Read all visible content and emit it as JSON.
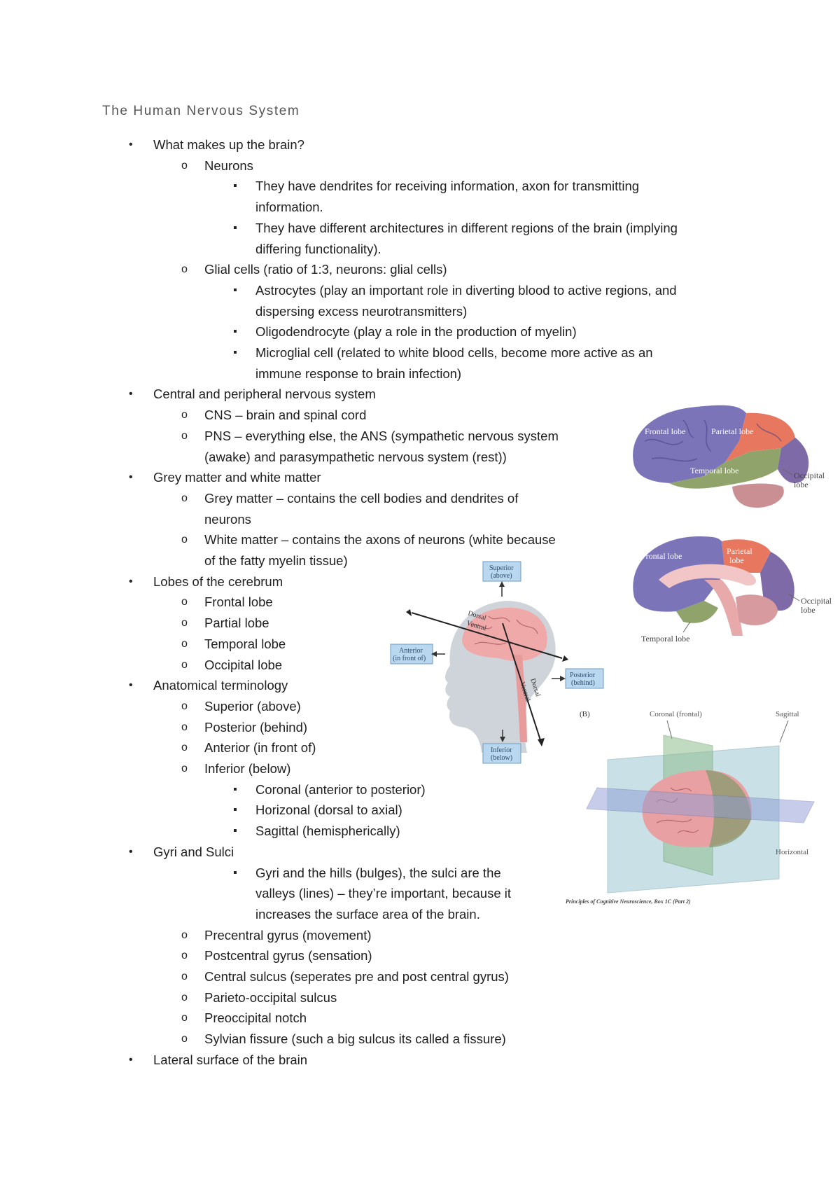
{
  "title": "The Human Nervous System",
  "bullet_marker": "•",
  "sub_marker": "o",
  "subsub_marker": "▪",
  "outline": [
    {
      "level": 1,
      "lines": [
        "What makes up the brain?"
      ]
    },
    {
      "level": 2,
      "lines": [
        "Neurons"
      ]
    },
    {
      "level": 3,
      "lines": [
        "They have dendrites for receiving information, axon for transmitting",
        "information."
      ]
    },
    {
      "level": 3,
      "lines": [
        "They have different architectures in different regions of the brain (implying",
        "differing functionality)."
      ]
    },
    {
      "level": 2,
      "lines": [
        "Glial cells (ratio of 1:3, neurons: glial cells)"
      ]
    },
    {
      "level": 3,
      "lines": [
        "Astrocytes (play an important role in diverting blood to active regions, and",
        "dispersing excess neurotransmitters)"
      ]
    },
    {
      "level": 3,
      "lines": [
        "Oligodendrocyte (play a role in the production of myelin)"
      ]
    },
    {
      "level": 3,
      "lines": [
        "Microglial cell (related to white blood cells, become more active as an",
        "immune response to brain infection)"
      ]
    },
    {
      "level": 1,
      "lines": [
        "Central and peripheral nervous system"
      ]
    },
    {
      "level": 2,
      "lines": [
        "CNS – brain and spinal cord"
      ]
    },
    {
      "level": 2,
      "lines": [
        "PNS – everything else, the ANS (sympathetic nervous system",
        "(awake) and parasympathetic nervous system (rest))"
      ]
    },
    {
      "level": 1,
      "lines": [
        "Grey matter and white matter"
      ]
    },
    {
      "level": 2,
      "lines": [
        "Grey matter – contains the cell bodies and dendrites of",
        "neurons"
      ]
    },
    {
      "level": 2,
      "lines": [
        "White matter – contains the axons of neurons (white because",
        "of the fatty myelin tissue)"
      ]
    },
    {
      "level": 1,
      "lines": [
        "Lobes of the cerebrum"
      ]
    },
    {
      "level": 2,
      "lines": [
        "Frontal lobe"
      ]
    },
    {
      "level": 2,
      "lines": [
        "Partial lobe"
      ]
    },
    {
      "level": 2,
      "lines": [
        "Temporal lobe"
      ]
    },
    {
      "level": 2,
      "lines": [
        "Occipital lobe"
      ]
    },
    {
      "level": 1,
      "lines": [
        "Anatomical terminology"
      ]
    },
    {
      "level": 2,
      "lines": [
        "Superior (above)"
      ]
    },
    {
      "level": 2,
      "lines": [
        "Posterior (behind)"
      ]
    },
    {
      "level": 2,
      "lines": [
        "Anterior (in front of)"
      ]
    },
    {
      "level": 2,
      "lines": [
        "Inferior (below)"
      ]
    },
    {
      "level": 3,
      "lines": [
        "Coronal (anterior to posterior)"
      ]
    },
    {
      "level": 3,
      "lines": [
        "Horizonal (dorsal to axial)"
      ]
    },
    {
      "level": 3,
      "lines": [
        "Sagittal (hemispherically)"
      ]
    },
    {
      "level": 1,
      "lines": [
        "Gyri and Sulci"
      ]
    },
    {
      "level": 3,
      "lines": [
        "Gyri and the hills (bulges), the sulci are the",
        "valleys (lines) – they’re important, because it",
        "increases the surface area of the brain."
      ]
    },
    {
      "level": 2,
      "lines": [
        "Precentral gyrus (movement)"
      ]
    },
    {
      "level": 2,
      "lines": [
        "Postcentral gyrus (sensation)"
      ]
    },
    {
      "level": 2,
      "lines": [
        "Central sulcus (seperates pre and post central gyrus)"
      ]
    },
    {
      "level": 2,
      "lines": [
        "Parieto-occipital sulcus"
      ]
    },
    {
      "level": 2,
      "lines": [
        "Preoccipital notch"
      ]
    },
    {
      "level": 2,
      "lines": [
        "Sylvian fissure (such a big sulcus its called a fissure)"
      ]
    },
    {
      "level": 1,
      "lines": [
        "Lateral surface of the brain"
      ]
    }
  ],
  "figures": {
    "lateral_brain": {
      "frontal": "Frontal lobe",
      "parietal": "Parietal lobe",
      "temporal": "Temporal lobe",
      "occipital": [
        "Occipital",
        "lobe"
      ],
      "colors": {
        "frontal": "#7b74b8",
        "parietal": "#e8775f",
        "temporal": "#8fa36a",
        "occipital": "#7f6aa8",
        "cerebellum": "#c98f93"
      }
    },
    "medial_brain": {
      "frontal": "Frontal lobe",
      "parietal": [
        "Parietal",
        "lobe"
      ],
      "temporal": "Temporal lobe",
      "occipital": [
        "Occipital",
        "lobe"
      ]
    },
    "anatomical_head": {
      "superior": [
        "Superior",
        "(above)"
      ],
      "anterior": [
        "Anterior",
        "(in front of)"
      ],
      "posterior": [
        "Posterior",
        "(behind)"
      ],
      "inferior": [
        "Inferior",
        "(below)"
      ],
      "dorsal": "Dorsal",
      "ventral": "Ventral",
      "box_color": "#b9d7ee"
    },
    "planes": {
      "panel_label": "(B)",
      "coronal": "Coronal (frontal)",
      "sagittal": "Sagittal",
      "horizontal": "Horizontal",
      "caption": "Principles of Cognitive Neuroscience, Box 1C (Part 2)"
    }
  }
}
